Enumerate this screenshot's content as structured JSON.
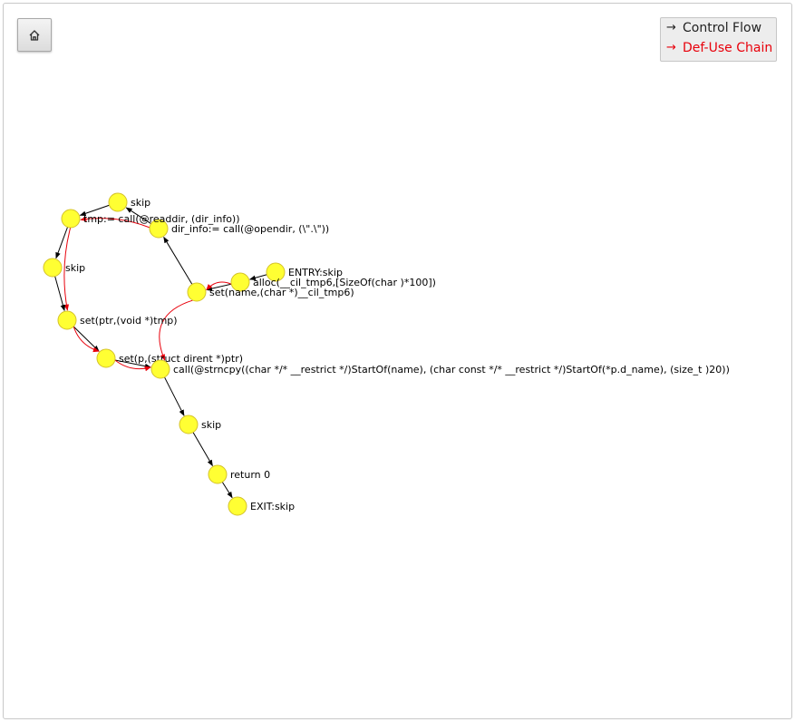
{
  "legend": {
    "control_flow": "Control Flow",
    "def_use": "Def-Use Chain",
    "control_flow_color": "#000000",
    "def_use_color": "#e8000b"
  },
  "toolbar": {
    "home_icon": "home-icon"
  },
  "nodes": [
    {
      "id": "entry",
      "label": "ENTRY:skip"
    },
    {
      "id": "alloc",
      "label": "alloc(__cil_tmp6,[SizeOf(char )*100])"
    },
    {
      "id": "setname",
      "label": "set(name,(char *)__cil_tmp6)"
    },
    {
      "id": "opendir",
      "label": "dir_info:= call(@opendir, (\\\".\\\"))"
    },
    {
      "id": "skip1",
      "label": "skip"
    },
    {
      "id": "readdir",
      "label": "tmp:= call(@readdir, (dir_info))"
    },
    {
      "id": "skip2",
      "label": "skip"
    },
    {
      "id": "setptr",
      "label": "set(ptr,(void *)tmp)"
    },
    {
      "id": "setp",
      "label": "set(p,(struct dirent *)ptr)"
    },
    {
      "id": "strncpy",
      "label": "call(@strncpy((char */* __restrict */)StartOf(name), (char const */* __restrict */)StartOf(*p.d_name), (size_t )20))"
    },
    {
      "id": "skip3",
      "label": "skip"
    },
    {
      "id": "ret",
      "label": "return 0"
    },
    {
      "id": "exit",
      "label": "EXIT:skip"
    }
  ],
  "edges": [
    {
      "from": "entry",
      "to": "alloc",
      "kind": "control"
    },
    {
      "from": "alloc",
      "to": "setname",
      "kind": "control"
    },
    {
      "from": "alloc",
      "to": "setname",
      "kind": "defuse"
    },
    {
      "from": "setname",
      "to": "opendir",
      "kind": "control"
    },
    {
      "from": "opendir",
      "to": "skip1",
      "kind": "control"
    },
    {
      "from": "opendir",
      "to": "readdir",
      "kind": "defuse"
    },
    {
      "from": "skip1",
      "to": "readdir",
      "kind": "control"
    },
    {
      "from": "readdir",
      "to": "skip2",
      "kind": "control"
    },
    {
      "from": "readdir",
      "to": "setptr",
      "kind": "defuse"
    },
    {
      "from": "skip2",
      "to": "setptr",
      "kind": "control"
    },
    {
      "from": "setptr",
      "to": "setp",
      "kind": "control"
    },
    {
      "from": "setptr",
      "to": "setp",
      "kind": "defuse"
    },
    {
      "from": "setp",
      "to": "strncpy",
      "kind": "control"
    },
    {
      "from": "setp",
      "to": "strncpy",
      "kind": "defuse"
    },
    {
      "from": "setname",
      "to": "strncpy",
      "kind": "defuse"
    },
    {
      "from": "strncpy",
      "to": "skip3",
      "kind": "control"
    },
    {
      "from": "skip3",
      "to": "ret",
      "kind": "control"
    },
    {
      "from": "ret",
      "to": "exit",
      "kind": "control"
    }
  ]
}
